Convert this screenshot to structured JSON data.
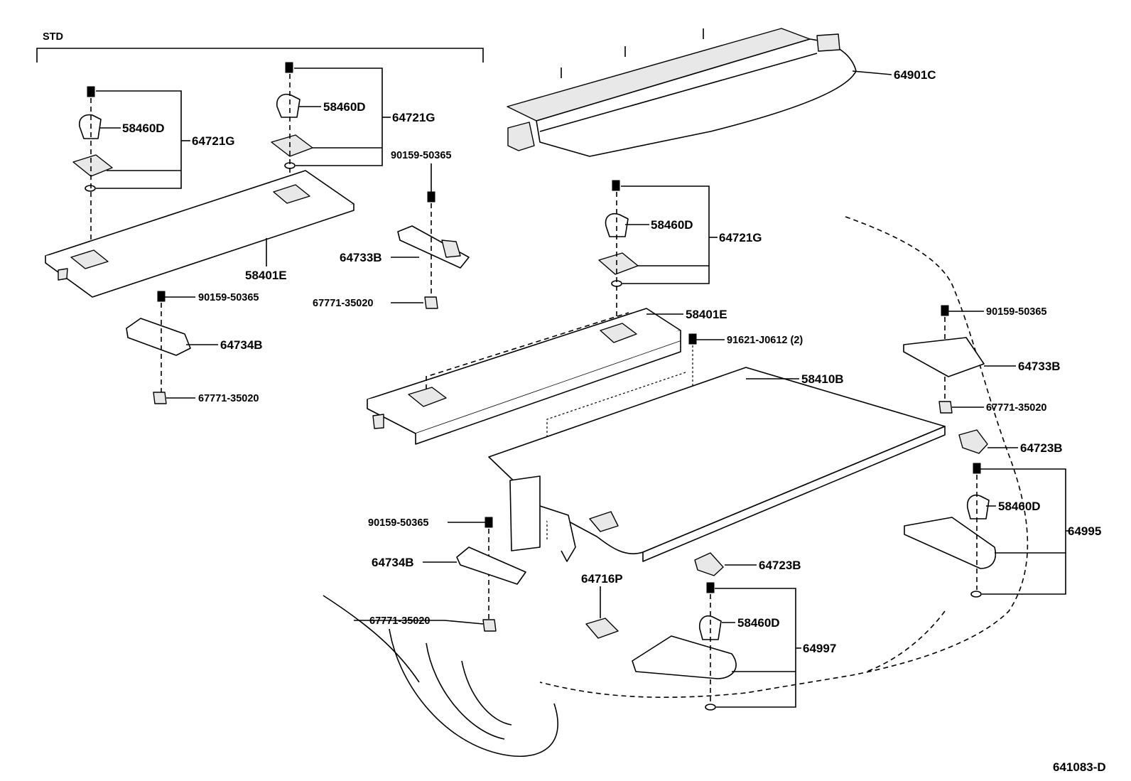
{
  "diagram": {
    "variant_label": "STD",
    "figure_code": "641083-D",
    "parts": {
      "p64901C": "64901C",
      "p58460D": "58460D",
      "p64721G": "64721G",
      "p58401E": "58401E",
      "p90159_50365": "90159-50365",
      "p64733B": "64733B",
      "p67771_35020": "67771-35020",
      "p64734B": "64734B",
      "p91621_J0612": "91621-J0612 (2)",
      "p58410B": "58410B",
      "p64723B": "64723B",
      "p64995": "64995",
      "p64716P": "64716P",
      "p64997": "64997"
    }
  }
}
